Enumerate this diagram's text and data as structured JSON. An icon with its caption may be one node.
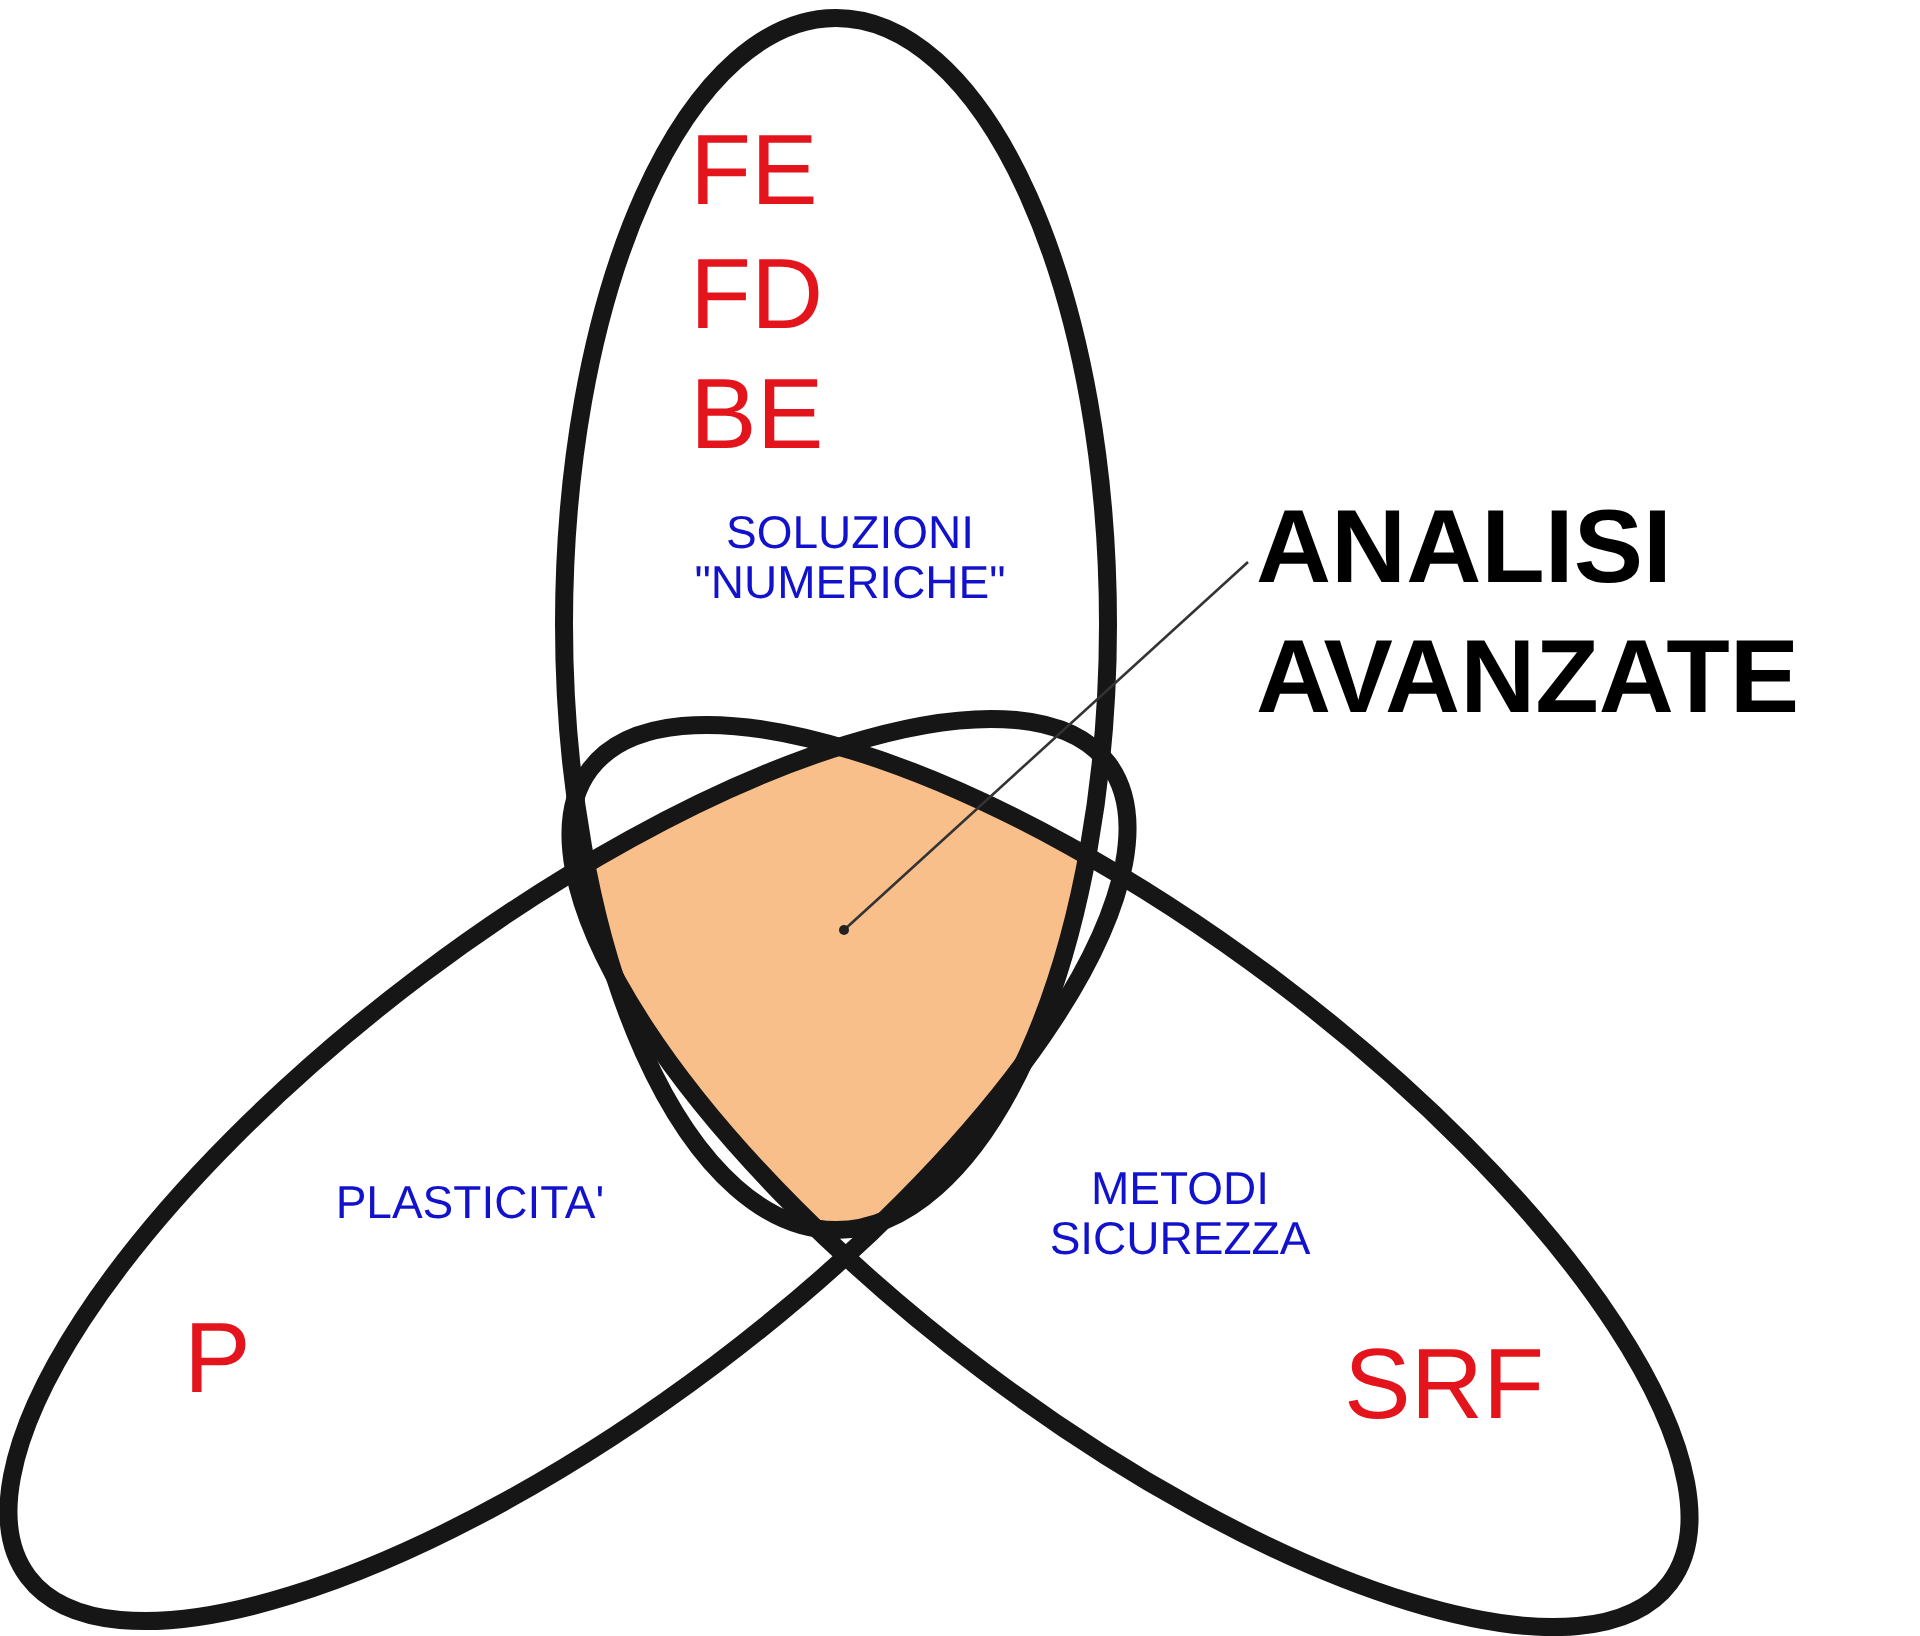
{
  "diagram": {
    "nodes": [
      {
        "text": [
          "FE",
          "FD",
          "BE",
          "SOLUZIONI \"NUMERICHE\""
        ]
      },
      {
        "text": [
          "ANALISI AVANZATE"
        ]
      },
      {
        "text": [],
        "shape": "triangle"
      },
      {
        "text": [
          "PLASTICITA'",
          "P"
        ]
      },
      {
        "text": [
          "METODI SICUREZZA",
          "SRF"
        ]
      }
    ],
    "edges": [
      {
        "from": 1,
        "to": 2,
        "arrow": "other"
      }
    ]
  }
}
